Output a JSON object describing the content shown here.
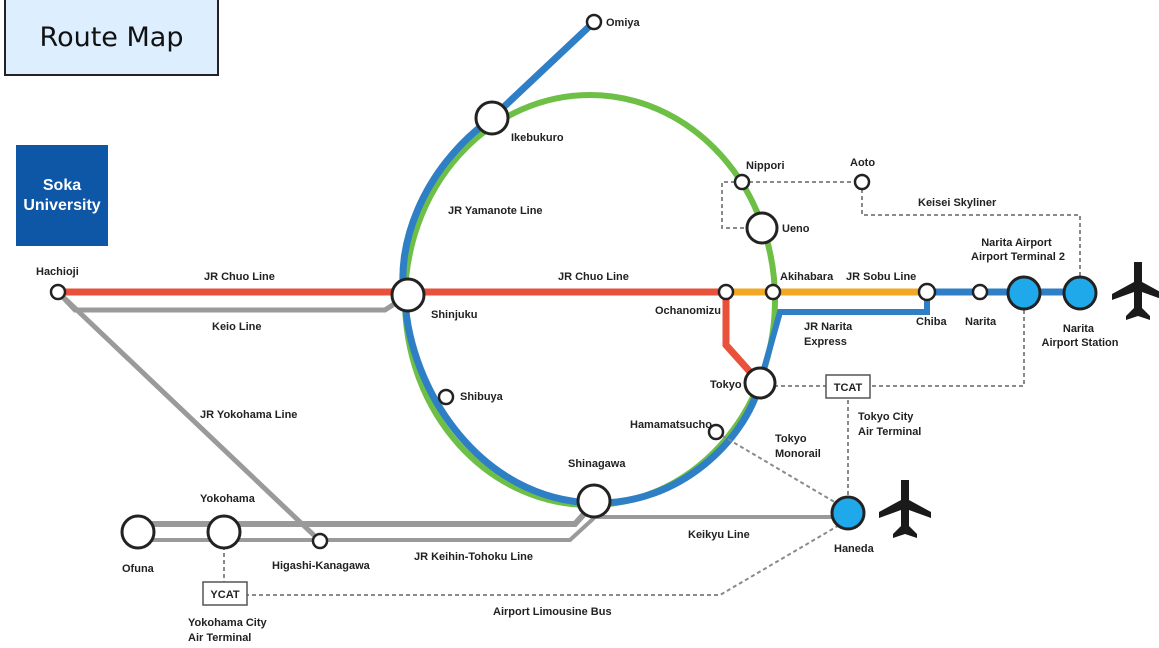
{
  "title": "Route Map",
  "university": "Soka\nUniversity",
  "colors": {
    "jr_chuo": "#e8523b",
    "jr_yamanote": "#6dbf45",
    "keihin_tohoku": "#2f7fc6",
    "jr_sobu": "#f2a825",
    "gray_lines": "#9a9a9a",
    "airport_station": "#1fa9ea"
  },
  "stations": {
    "omiya": "Omiya",
    "ikebukuro": "Ikebukuro",
    "nippori": "Nippori",
    "aoto": "Aoto",
    "ueno": "Ueno",
    "hachioji": "Hachioji",
    "shinjuku": "Shinjuku",
    "ochanomizu": "Ochanomizu",
    "akihabara": "Akihabara",
    "chiba": "Chiba",
    "narita": "Narita",
    "narita_t2": "Narita Airport\nAirport Terminal 2",
    "narita_station": "Narita\nAirport Station",
    "shibuya": "Shibuya",
    "tokyo": "Tokyo",
    "hamamatsucho": "Hamamatsucho",
    "shinagawa": "Shinagawa",
    "yokohama": "Yokohama",
    "ofuna": "Ofuna",
    "higashi_kanagawa": "Higashi-Kanagawa",
    "haneda": "Haneda"
  },
  "lines": {
    "jr_yamanote": "JR Yamanote Line",
    "jr_chuo_west": "JR Chuo Line",
    "jr_chuo_east": "JR Chuo Line",
    "keio": "Keio Line",
    "jr_sobu": "JR Sobu Line",
    "jr_narita_express": "JR Narita\nExpress",
    "keisei_skyliner": "Keisei Skyliner",
    "jr_yokohama": "JR Yokohama Line",
    "tokyo_monorail": "Tokyo\nMonorail",
    "keikyu": "Keikyu Line",
    "jr_keihin_tohoku": "JR Keihin-Tohoku Line",
    "airport_limousine": "Airport Limousine Bus"
  },
  "terminals": {
    "tcat_box": "TCAT",
    "tcat_name": "Tokyo City\nAir Terminal",
    "ycat_box": "YCAT",
    "ycat_name": "Yokohama City\nAir Terminal"
  },
  "icons": [
    "airplane-icon-narita",
    "airplane-icon-haneda"
  ]
}
